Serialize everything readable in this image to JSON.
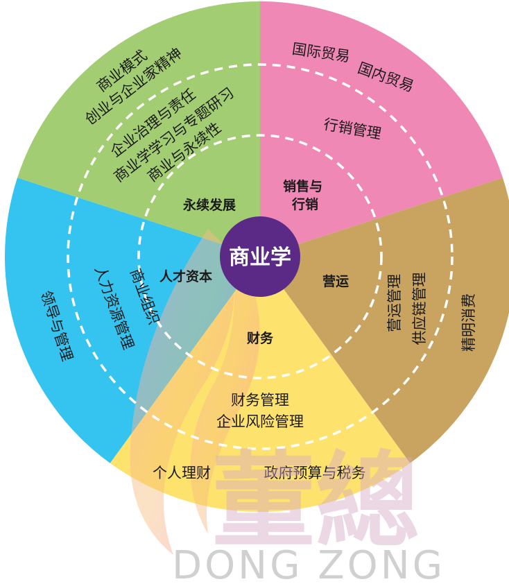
{
  "center": {
    "label": "商业学",
    "color": "#5b2a86"
  },
  "sectors": [
    {
      "id": "marketing",
      "color": "#f088b6",
      "label": "销售与行销",
      "label_lines": [
        "销售与",
        "行销"
      ],
      "items": [
        "国际贸易",
        "国内贸易",
        "行销管理"
      ]
    },
    {
      "id": "operations",
      "color": "#c9a460",
      "label": "营运",
      "label_lines": [
        "营运"
      ],
      "items": [
        "营运管理",
        "供应链管理",
        "精明消费"
      ]
    },
    {
      "id": "finance",
      "color": "#fde26e",
      "label": "财务",
      "label_lines": [
        "财务"
      ],
      "items": [
        "财务管理",
        "企业风险管理",
        "个人理财",
        "政府预算与税务"
      ]
    },
    {
      "id": "human-capital",
      "color": "#35c3ef",
      "label": "人才资本",
      "label_lines": [
        "人才资本"
      ],
      "items": [
        "商业组织",
        "人力资源管理",
        "领导与管理"
      ]
    },
    {
      "id": "sustainability",
      "color": "#a3cd72",
      "label": "永续发展",
      "label_lines": [
        "永续发展"
      ],
      "items": [
        "商业模式",
        "创业与企业家精神",
        "企业治理与责任",
        "商业学学习与专题研习",
        "商业与永续性"
      ]
    }
  ],
  "watermark": {
    "chinese": "董總",
    "english": "DONG ZONG"
  }
}
